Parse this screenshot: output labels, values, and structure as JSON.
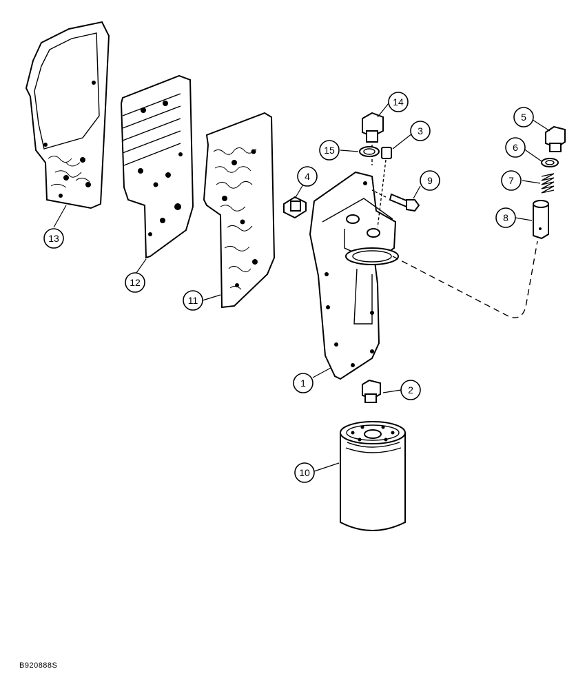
{
  "figure_code": "B920888S",
  "callouts": [
    {
      "label": "1",
      "part": "oil-filter-head"
    },
    {
      "label": "2",
      "part": "filter-nipple"
    },
    {
      "label": "3",
      "part": "pipe-plug"
    },
    {
      "label": "4",
      "part": "fitting"
    },
    {
      "label": "5",
      "part": "plug"
    },
    {
      "label": "6",
      "part": "o-ring"
    },
    {
      "label": "7",
      "part": "spring"
    },
    {
      "label": "8",
      "part": "valve"
    },
    {
      "label": "9",
      "part": "cap-screw"
    },
    {
      "label": "10",
      "part": "oil-filter"
    },
    {
      "label": "11",
      "part": "gasket"
    },
    {
      "label": "12",
      "part": "oil-cooler"
    },
    {
      "label": "13",
      "part": "gasket-housing"
    },
    {
      "label": "14",
      "part": "plug-large"
    },
    {
      "label": "15",
      "part": "washer"
    }
  ]
}
